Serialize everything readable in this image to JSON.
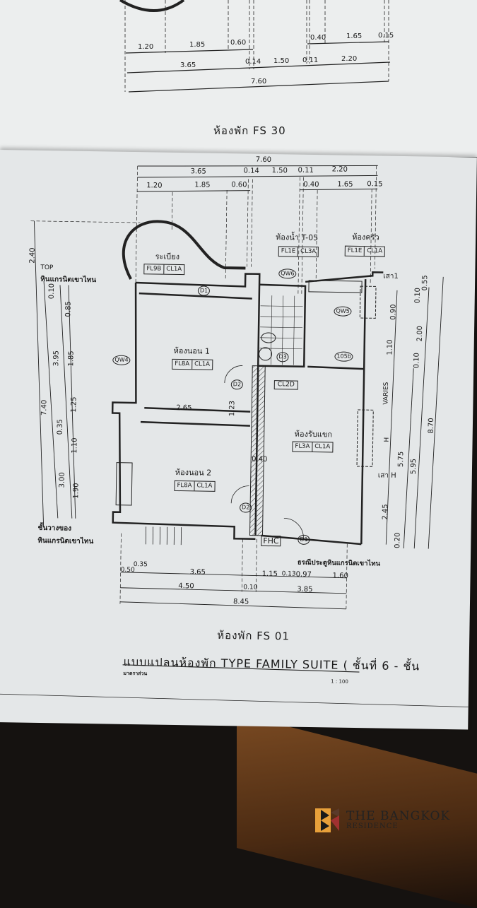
{
  "top_plan": {
    "dims_row1": [
      "1.20",
      "1.85",
      "0.60",
      "0.40",
      "1.65",
      "0.15"
    ],
    "dims_row2": [
      "3.65",
      "0.14",
      "1.50",
      "0.11",
      "2.20"
    ],
    "dims_total": "7.60",
    "title": "ห้องพัก FS 30"
  },
  "main_plan": {
    "top_dims": {
      "total": "7.60",
      "row2": [
        "3.65",
        "0.14",
        "1.50",
        "0.11",
        "2.20"
      ],
      "row3": [
        "1.20",
        "1.85",
        "0.60",
        "0.40",
        "1.65",
        "0.15"
      ]
    },
    "rooms": {
      "balcony": {
        "name": "ระเบียง",
        "floor": "FL9B",
        "ceiling": "CL1A"
      },
      "bathroom": {
        "name": "ห้องน้ำ T-05",
        "floor": "FL1E",
        "ceiling": "CL3A"
      },
      "kitchen": {
        "name": "ห้องครัว",
        "floor": "FL1E",
        "ceiling": "CL1A"
      },
      "bedroom1": {
        "name": "ห้องนอน 1",
        "floor": "FL8A",
        "ceiling": "CL1A"
      },
      "bedroom2": {
        "name": "ห้องนอน 2",
        "floor": "FL8A",
        "ceiling": "CL1A"
      },
      "living": {
        "name": "ห้องรับแขก",
        "floor": "FL3A",
        "ceiling": "CL1A"
      }
    },
    "notes": {
      "top": "TOP",
      "granite_top": "หินแกรนิตเขาไทน",
      "shelf": "ชั้นวางของ",
      "granite_shelf": "หินแกรนิตเขาไทน",
      "column1": "เสา1",
      "column_h": "เสา H",
      "threshold": "ธรณีประตูหินแกรนิตเขาไทน",
      "fhc": "FHC",
      "cl2d": "CL2D",
      "varies": "VARIES",
      "h": "H"
    },
    "marks": [
      "D1",
      "D2",
      "D2",
      "D3",
      "D1",
      "QW6",
      "QW5",
      "105b",
      "QW4"
    ],
    "interior_dims": [
      "2.65",
      "1.23",
      "0.40"
    ],
    "left_dims": [
      "2.40",
      "0.10",
      "7.40",
      "3.95",
      "0.85",
      "1.85",
      "1.25",
      "0.35",
      "1.10",
      "3.00",
      "1.90"
    ],
    "right_dims": [
      "0.55",
      "0.10",
      "0.90",
      "2.00",
      "1.10",
      "0.10",
      "8.70",
      "5.75",
      "5.95",
      "2.45",
      "0.20"
    ],
    "bottom_dims": {
      "row1": [
        "0.50",
        "0.35",
        "3.65",
        "1.15",
        "0.13",
        "0.97",
        "1.60"
      ],
      "row2": [
        "4.50",
        "0.10",
        "3.85"
      ],
      "total": "8.45"
    },
    "title": "ห้องพัก FS 01"
  },
  "sheet_title": "แบบแปลนห้องพัก TYPE FAMILY SUITE ( ชั้นที่ 6 - ชั้น",
  "scale_label": "มาตราส่วน",
  "scale_value": "1 : 100",
  "watermark": {
    "line1": "THE BANGKOK",
    "line2": "RESIDENCE"
  }
}
